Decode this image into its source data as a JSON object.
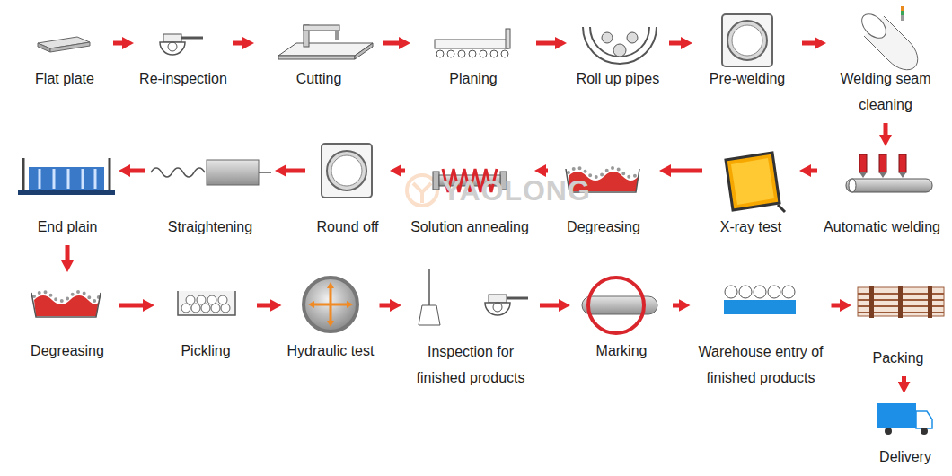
{
  "diagram": {
    "nodes": [
      {
        "text": [
          "Flat plate"
        ]
      },
      {
        "text": [
          "Re-inspection"
        ]
      },
      {
        "text": [
          "Cutting"
        ]
      },
      {
        "text": [
          "Planing"
        ]
      },
      {
        "text": [
          "Roll up pipes"
        ]
      },
      {
        "text": [
          "Pre-welding"
        ]
      },
      {
        "text": [
          "Welding seam cleaning"
        ]
      },
      {
        "text": [
          "Automatic welding"
        ]
      },
      {
        "text": [
          "X-ray test"
        ]
      },
      {
        "text": [
          "Degreasing"
        ]
      },
      {
        "text": [
          "Solution annealing"
        ]
      },
      {
        "text": [
          "Round off"
        ]
      },
      {
        "text": [
          "Straightening"
        ]
      },
      {
        "text": [
          "End plain"
        ]
      },
      {
        "text": [
          "Degreasing"
        ]
      },
      {
        "text": [
          "Pickling"
        ]
      },
      {
        "text": [
          "Hydraulic test"
        ]
      },
      {
        "text": [
          "Inspection for finished products"
        ]
      },
      {
        "text": [
          "Marking"
        ]
      },
      {
        "text": [
          "Warehouse entry of finished products"
        ]
      },
      {
        "text": [
          "Packing"
        ]
      },
      {
        "text": [
          "Delivery"
        ]
      }
    ],
    "edges": [
      {
        "from": 0,
        "to": 1,
        "arrow": "to"
      },
      {
        "from": 1,
        "to": 2,
        "arrow": "to"
      },
      {
        "from": 2,
        "to": 3,
        "arrow": "to"
      },
      {
        "from": 3,
        "to": 4,
        "arrow": "to"
      },
      {
        "from": 4,
        "to": 5,
        "arrow": "to"
      },
      {
        "from": 5,
        "to": 6,
        "arrow": "to"
      },
      {
        "from": 6,
        "to": 7,
        "arrow": "to"
      },
      {
        "from": 7,
        "to": 8,
        "arrow": "to"
      },
      {
        "from": 8,
        "to": 9,
        "arrow": "to"
      },
      {
        "from": 9,
        "to": 10,
        "arrow": "to"
      },
      {
        "from": 10,
        "to": 11,
        "arrow": "to"
      },
      {
        "from": 11,
        "to": 12,
        "arrow": "to"
      },
      {
        "from": 12,
        "to": 13,
        "arrow": "to"
      },
      {
        "from": 13,
        "to": 14,
        "arrow": "to"
      },
      {
        "from": 14,
        "to": 15,
        "arrow": "to"
      },
      {
        "from": 15,
        "to": 16,
        "arrow": "to"
      },
      {
        "from": 16,
        "to": 17,
        "arrow": "to"
      },
      {
        "from": 17,
        "to": 18,
        "arrow": "to"
      },
      {
        "from": 18,
        "to": 19,
        "arrow": "to"
      },
      {
        "from": 19,
        "to": 20,
        "arrow": "to"
      },
      {
        "from": 20,
        "to": 21,
        "arrow": "to"
      }
    ],
    "labels": [
      "YAOLONG"
    ]
  }
}
